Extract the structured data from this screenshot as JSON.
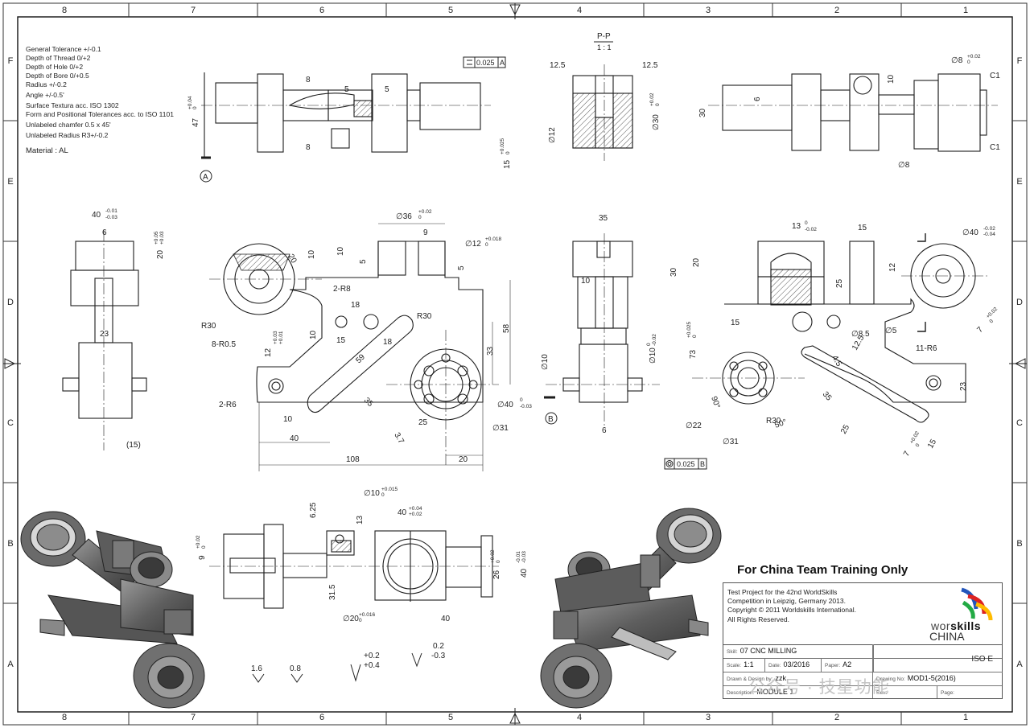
{
  "sheet": {
    "zone_columns": [
      "8",
      "7",
      "6",
      "5",
      "4",
      "3",
      "2",
      "1"
    ],
    "zone_rows": [
      "F",
      "E",
      "D",
      "C",
      "B",
      "A"
    ]
  },
  "notes": [
    "General Tolerance +/-0.1",
    "Depth of Thread 0/+2",
    "Depth of Hole 0/+2",
    "Depth of Bore 0/+0.5",
    "Radius +/-0.2",
    "Angle +/-0.5'",
    "Surface Textura acc. ISO 1302",
    "Form and Positional Tolerances acc. to ISO 1101",
    "Unlabeled chamfer  0.5 x 45'",
    "Unlabeled Radius R3+/-0.2"
  ],
  "material": "Material : AL",
  "section_view": {
    "title": "P-P",
    "scale": "1 : 1"
  },
  "datums": {
    "a": "A",
    "b": "B"
  },
  "tolerance_frames": {
    "parallelism": "0.025",
    "parallelism_datum": "A",
    "concentricity": "0.025",
    "concentricity_datum": "B"
  },
  "dimensions": {
    "top_left": [
      "8",
      "5",
      "5",
      "8",
      "47",
      "+0.04",
      "0",
      "15",
      "+0.025",
      "0"
    ],
    "section": [
      "12.5",
      "12.5",
      "∅30",
      "+0.02",
      "0",
      "∅12"
    ],
    "top_right": [
      "∅8",
      "+0.02",
      "0",
      "C1",
      "C1",
      "10",
      "6",
      "30",
      "∅8"
    ],
    "left_side": [
      "40",
      "-0.01",
      "-0.03",
      "6",
      "20",
      "+0.05",
      "+0.03",
      "23",
      "(15)"
    ],
    "front": [
      "∅36",
      "+0.02",
      "0",
      "9",
      "∅12",
      "+0.018",
      "0",
      "10",
      "5",
      "10",
      "20",
      "5",
      "2-R8",
      "18",
      "R30",
      "R30",
      "8-R0.5",
      "10",
      "15",
      "18",
      "59",
      "12",
      "+0.03",
      "+0.01",
      "33",
      "58",
      "2-R6",
      "35",
      "10",
      "25",
      "3.7",
      "∅40",
      "0",
      "-0.03",
      "∅31",
      "40",
      "108",
      "20"
    ],
    "middle_side": [
      "35",
      "10",
      "∅10",
      "∅10",
      "0",
      "-0.02",
      "6"
    ],
    "right_view": [
      "13",
      "0",
      "-0.02",
      "15",
      "∅40",
      "-0.02",
      "-0.04",
      "30",
      "20",
      "12",
      "25",
      "15",
      "∅8.5",
      "∅5",
      "7",
      "+0.02",
      "0",
      "11-R6",
      "73",
      "+0.025",
      "0",
      "4.5",
      "12.5",
      "23",
      "90°",
      "35",
      "∅22",
      "R30",
      "50°",
      "25",
      "15",
      "∅31",
      "7",
      "+0.02",
      "0"
    ],
    "bottom": [
      "∅10",
      "+0.015",
      "0",
      "6.25",
      "13",
      "40",
      "+0.04",
      "+0.02",
      "9",
      "+0.02",
      "0",
      "31.5",
      "26",
      "+0.02",
      "0",
      "40",
      "-0.01",
      "-0.03",
      "∅20",
      "+0.016",
      "0",
      "40"
    ]
  },
  "surface_symbols": [
    "1.6",
    "0.8",
    "+0.2",
    "+0.4",
    "0.2",
    "-0.3"
  ],
  "banner": "For China Team Training Only",
  "title_block": {
    "lines": [
      "Test Project for the 42nd WorldSkills",
      "Competition in Leipzig, Germany 2013.",
      "Copyright © 2011 Worldskills International.",
      "All Rights Reserved."
    ],
    "logo_left": "wor",
    "logo_right": "skills",
    "country": "CHINA",
    "skill_label": "Skill:",
    "skill": "07 CNC MILLING",
    "scale_label": "Scale:",
    "scale": "1:1",
    "date_label": "Date:",
    "date": "03/2016",
    "paper_label": "Paper:",
    "paper": "A2",
    "standard": "ISO E",
    "drawn_label": "Drawn & Design by:",
    "drawn": "zzk",
    "drawing_no_label": "Drawing No:",
    "drawing_no": "MOD1-5(2016)",
    "description_label": "Description:",
    "description": "MODULE 1",
    "rev_label": "Rev:",
    "page_label": "Page:"
  },
  "watermark": "公众号 · 技星功能",
  "colors": {
    "line": "#1c1c1c",
    "hatch": "#555555",
    "part_dark": "#4a4a4a",
    "part_mid": "#7a7a7a",
    "part_light": "#b0b0b0",
    "logo": [
      "#2255bb",
      "#dd2222",
      "#22aa44",
      "#ffbb00"
    ]
  }
}
